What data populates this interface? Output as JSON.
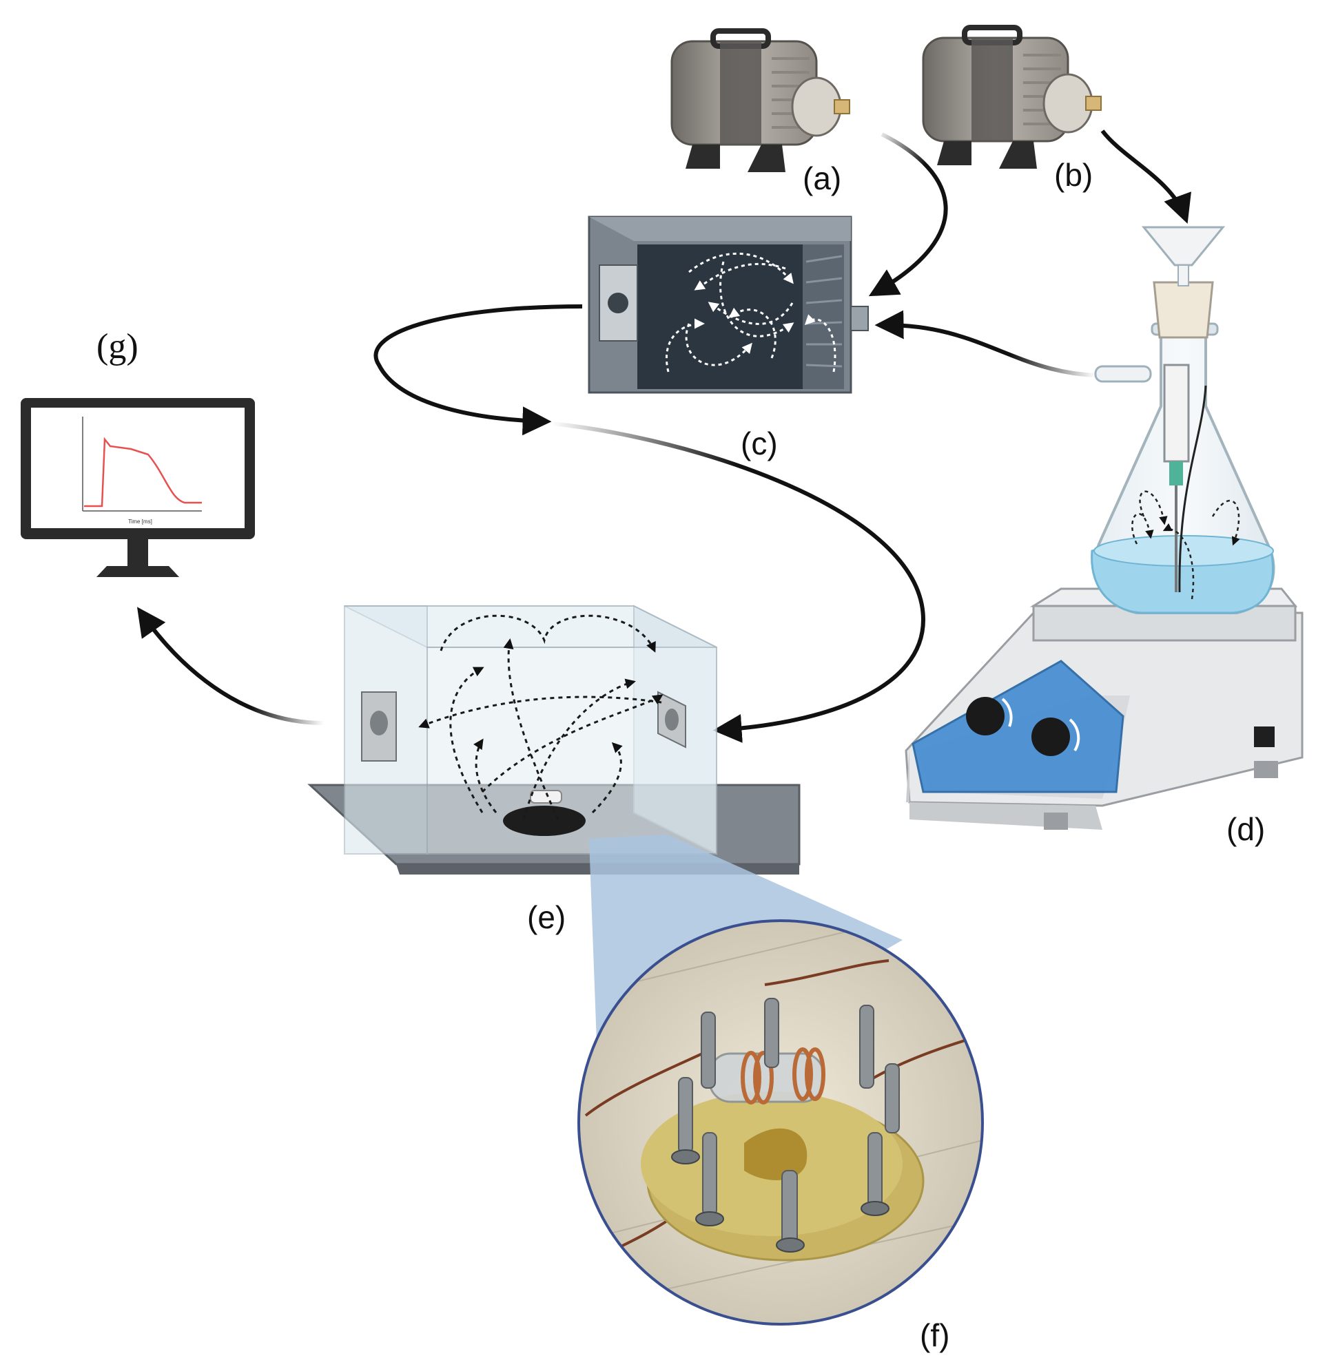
{
  "labels": {
    "a": "(a)",
    "b": "(b)",
    "c": "(c)",
    "d": "(d)",
    "e": "(e)",
    "f": "(f)",
    "g": "(g)"
  },
  "monitor": {
    "axis_label": "Time [ms]"
  },
  "colors": {
    "trace": "#e8504f",
    "hotplate_panel": "#4a90d2",
    "liquid": "#9fd5ec",
    "chamber_dark": "#2c3640",
    "chamber_body": "#7f8891",
    "glass_box": "#dce9f0",
    "zoom_cone": "#a9c4df",
    "zoom_border": "#3a4f8f",
    "arrow": "#111111"
  }
}
